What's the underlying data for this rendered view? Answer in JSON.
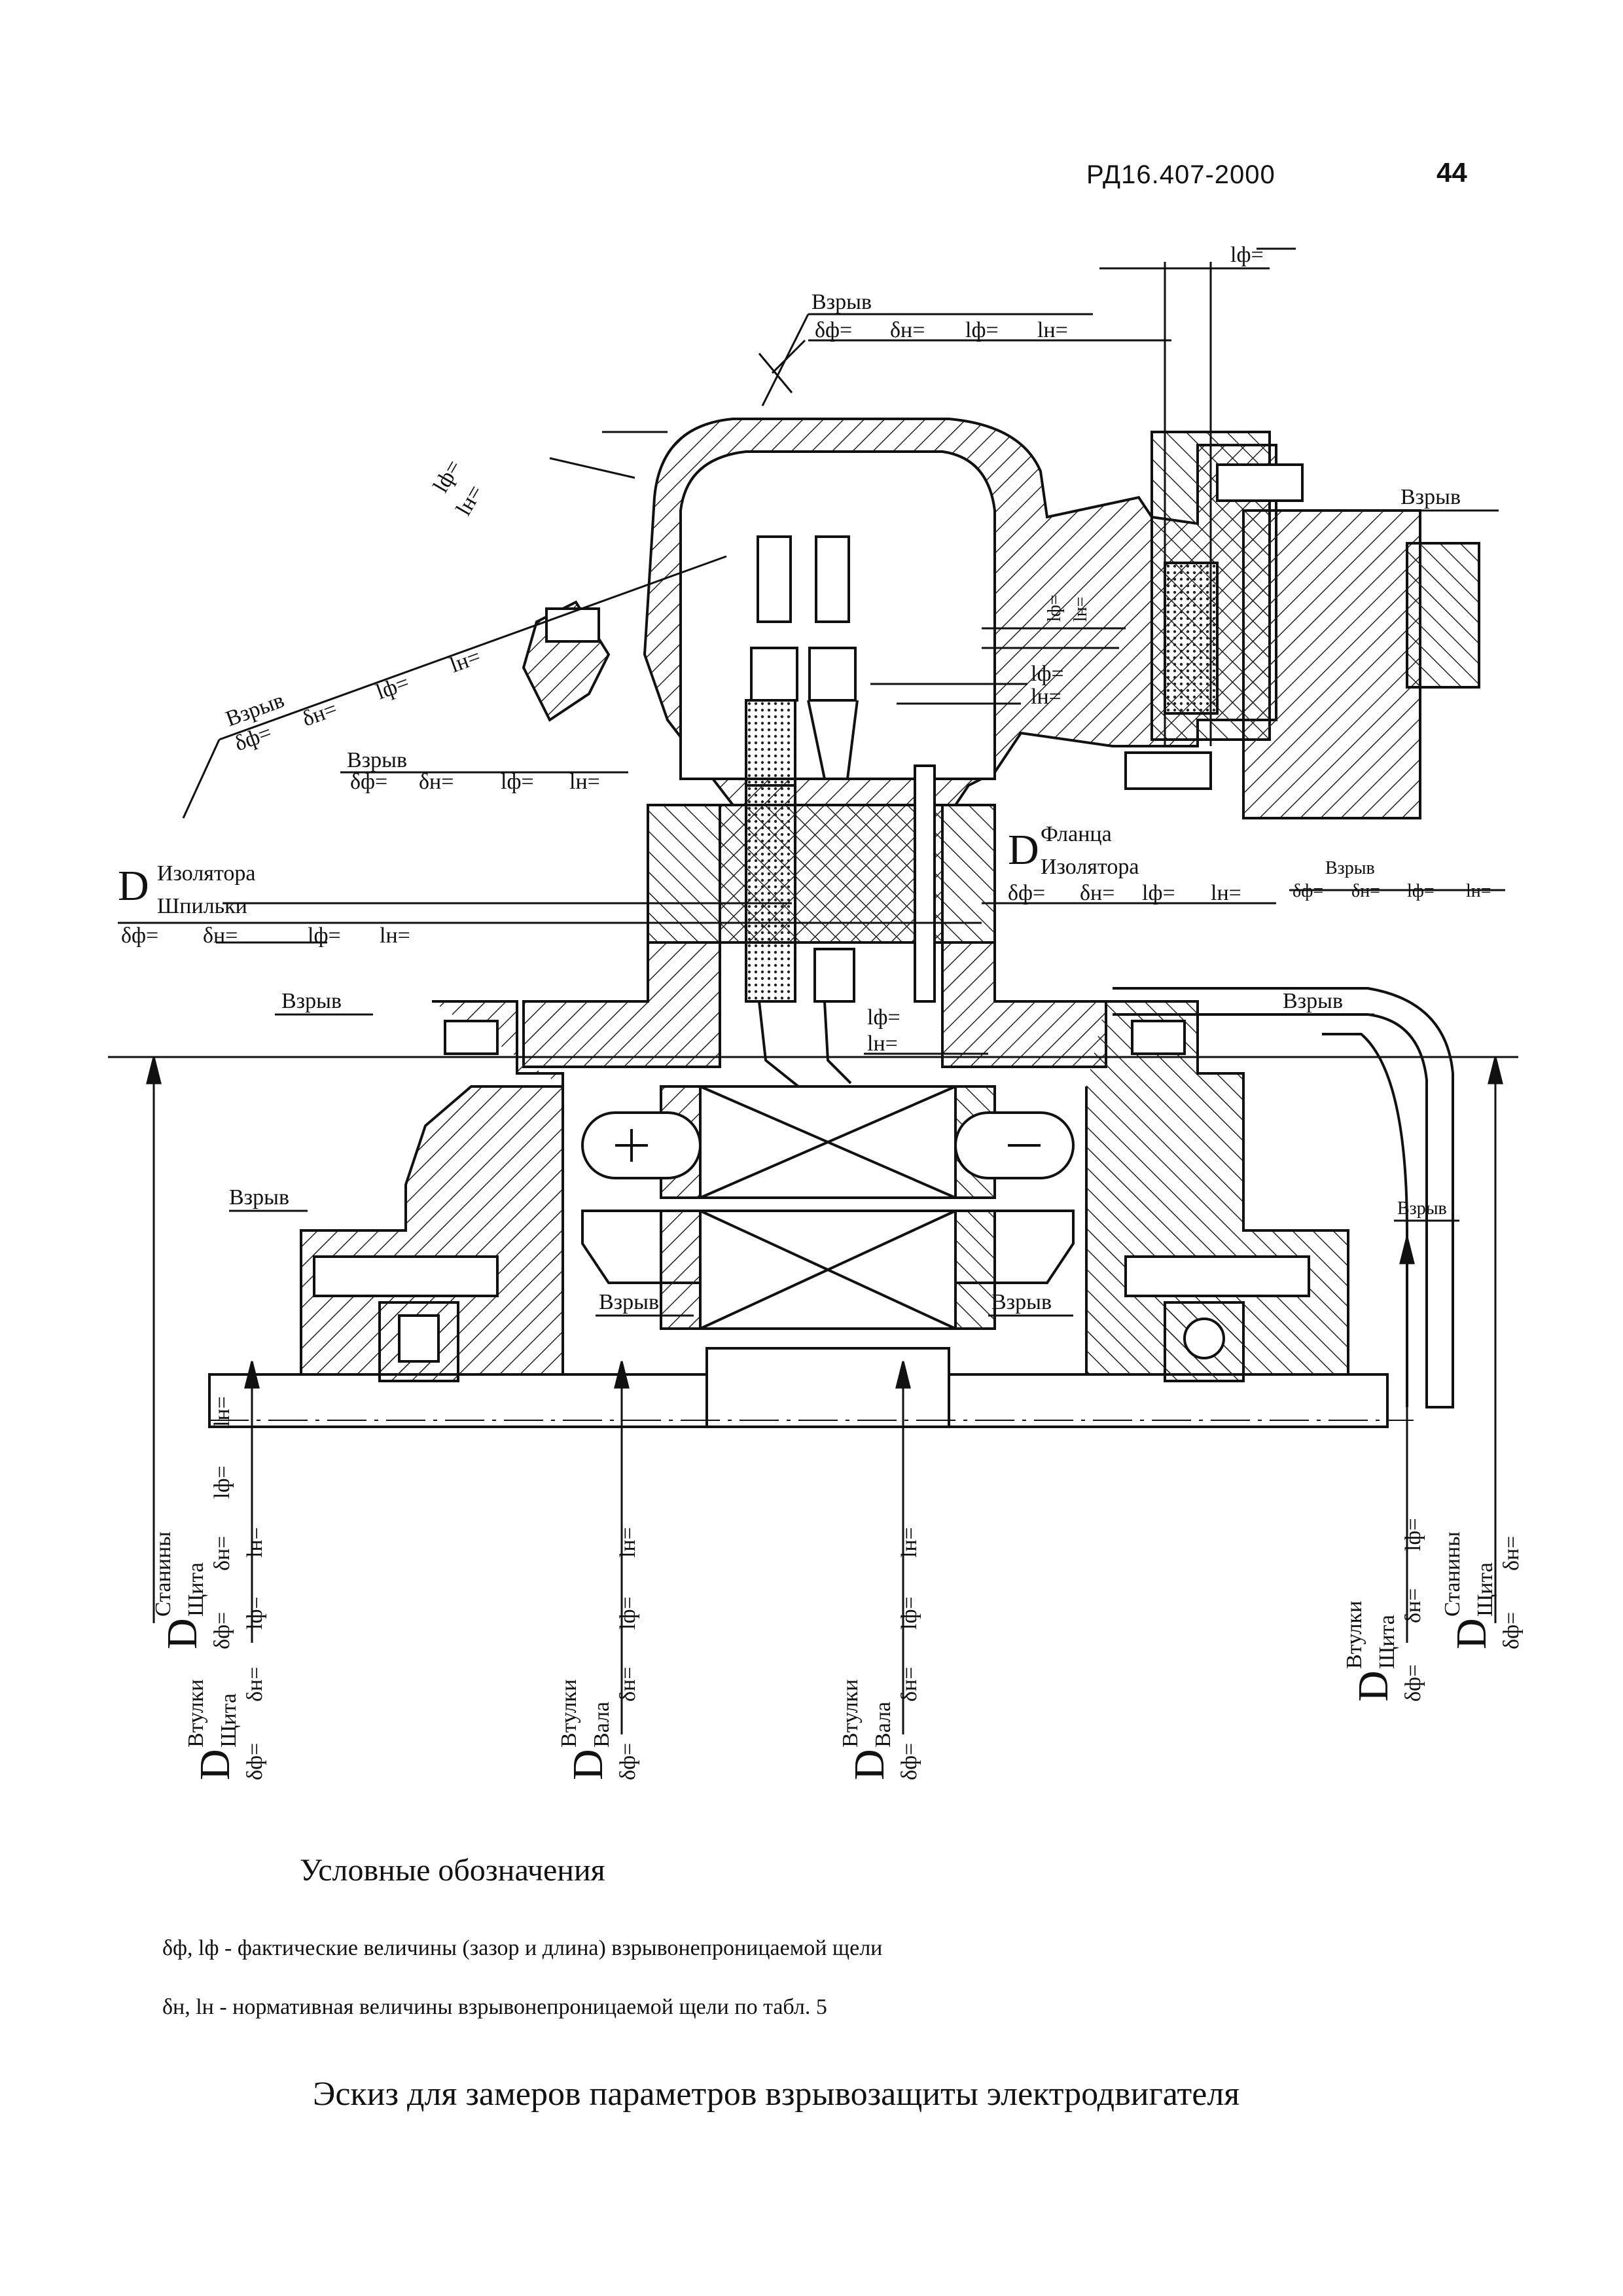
{
  "header": {
    "doc_code": "РД16.407-2000",
    "page_number": "44"
  },
  "labels": {
    "explosion": "Взрыв",
    "gap_fact": "δф=",
    "gap_norm": "δн=",
    "len_fact": "lф=",
    "len_norm": "lн=",
    "d_letter": "D",
    "insulator": "Изолятора",
    "stud": "Шпильки",
    "flange": "Фланца",
    "frame": "Станины",
    "shield": "Щита",
    "sleeve": "Втулки",
    "shaft": "Вала"
  },
  "legend": {
    "title": "Условные обозначения",
    "line_fact": "δф, lф - фактические величины (зазор и длина) взрывонепроницаемой щели",
    "line_norm": "δн, lн - нормативная величины взрывонепроницаемой щели по табл. 5"
  },
  "caption": "Эскиз для замеров параметров взрывозащиты электродвигателя"
}
